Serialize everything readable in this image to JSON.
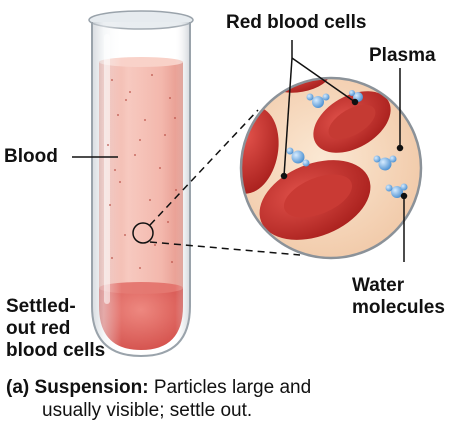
{
  "labels": {
    "red_blood_cells": "Red blood cells",
    "plasma": "Plasma",
    "blood": "Blood",
    "settled_line1": "Settled-",
    "settled_line2": "out red",
    "settled_line3": "blood cells",
    "water_line1": "Water",
    "water_line2": "molecules"
  },
  "caption": {
    "part": "(a)",
    "term": "Suspension:",
    "line1_rest": "Particles large and",
    "line2": "usually visible; settle out."
  },
  "colors": {
    "plasma": "#f2b3a8",
    "sediment": "#d9534f",
    "cell": "#c9302c",
    "cell_center": "#e8625b",
    "magnifier_bg": "#f7dcc0",
    "water": "#6aa8de",
    "glass": "#c8cfd6"
  }
}
